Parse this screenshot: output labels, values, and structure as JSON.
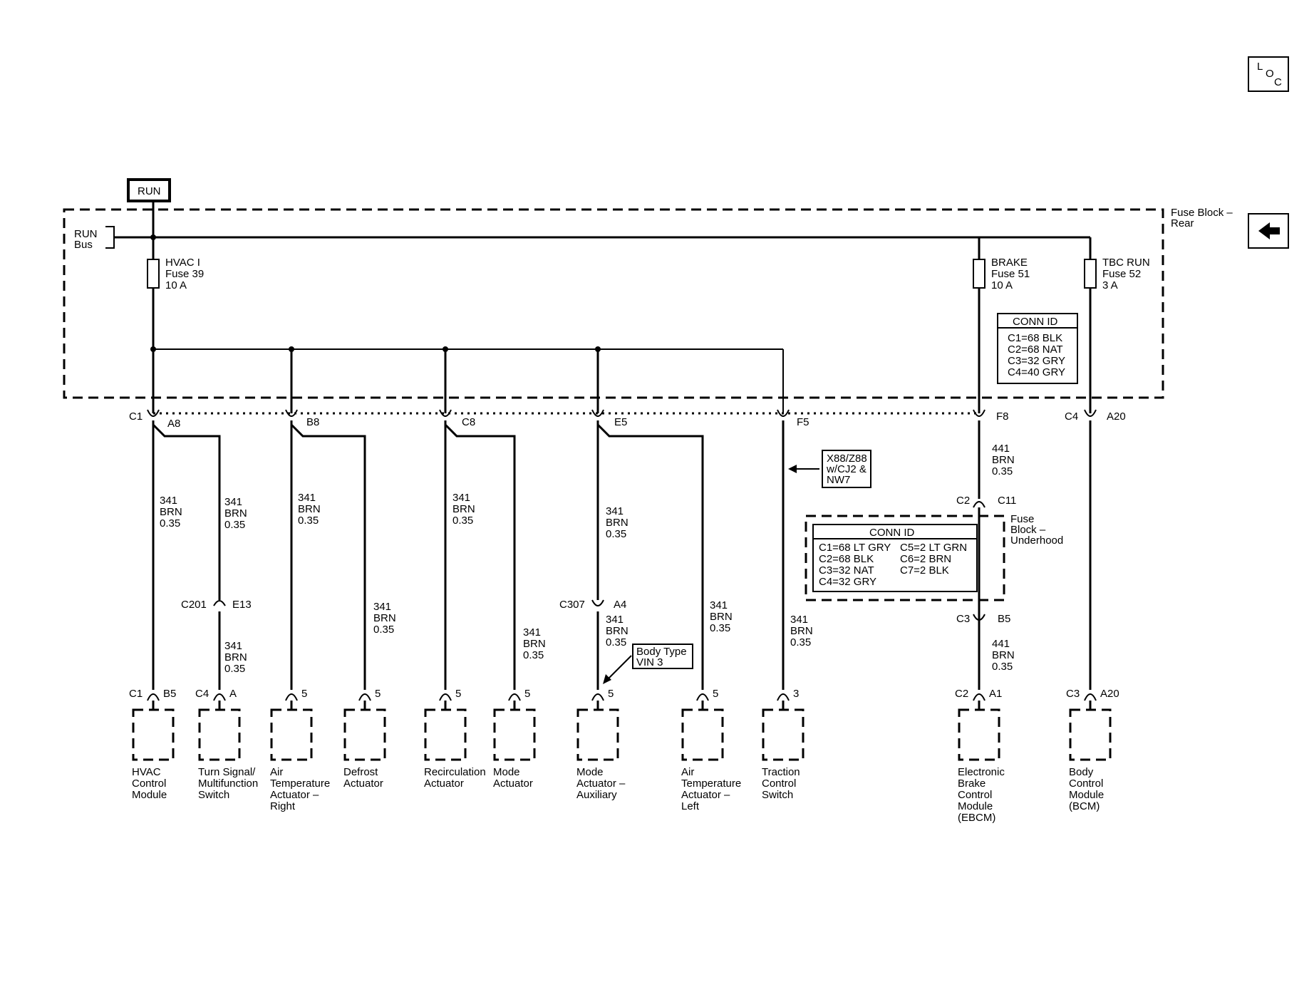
{
  "icons": {
    "loc": "loc-icon",
    "back": "back-arrow-icon"
  },
  "loc_letters": [
    "L",
    "O",
    "C"
  ],
  "run_label": "RUN",
  "run_bus": [
    "RUN",
    "Bus"
  ],
  "fuse_block_rear": [
    "Fuse Block –",
    "Rear"
  ],
  "fuse_block_underhood": [
    "Fuse",
    "Block –",
    "Underhood"
  ],
  "fuses": [
    {
      "name": "HVAC I",
      "number": "Fuse 39",
      "rating": "10 A"
    },
    {
      "name": "BRAKE",
      "number": "Fuse 51",
      "rating": "10 A"
    },
    {
      "name": "TBC RUN",
      "number": "Fuse 52",
      "rating": "3 A"
    }
  ],
  "conn_id_rear": {
    "title": "CONN ID",
    "rows": [
      "C1=68 BLK",
      "C2=68 NAT",
      "C3=32 GRY",
      "C4=40 GRY"
    ]
  },
  "conn_id_underhood": {
    "title": "CONN ID",
    "left": [
      "C1=68 LT GRY",
      "C2=68 BLK",
      "C3=32 NAT",
      "C4=32 GRY"
    ],
    "right": [
      "C5=2 LT GRN",
      "C6=2 BRN",
      "C7=2 BLK"
    ]
  },
  "pins_top": {
    "C1": "C1",
    "A8": "A8",
    "B8": "B8",
    "C8": "C8",
    "E5": "E5",
    "F5": "F5",
    "F8": "F8",
    "C4": "C4",
    "A20": "A20"
  },
  "option_note": [
    "X88/Z88",
    "w/CJ2 &",
    "NW7"
  ],
  "body_type_note": [
    "Body Type",
    "VIN 3"
  ],
  "wire_341": [
    "341",
    "BRN",
    "0.35"
  ],
  "wire_441": [
    "441",
    "BRN",
    "0.35"
  ],
  "inline_connectors": {
    "c201": {
      "name": "C201",
      "pin": "E13"
    },
    "c307": {
      "name": "C307",
      "pin": "A4"
    },
    "c2_c11": {
      "name": "C2",
      "pin": "C11"
    },
    "c3_b5": {
      "name": "C3",
      "pin": "B5"
    }
  },
  "components": [
    {
      "conn": "C1",
      "pin": "B5",
      "label": [
        "HVAC",
        "Control",
        "Module"
      ]
    },
    {
      "conn": "C4",
      "pin": "A",
      "label": [
        "Turn Signal/",
        "Multifunction",
        "Switch"
      ]
    },
    {
      "conn": "",
      "pin": "5",
      "label": [
        "Air",
        "Temperature",
        "Actuator –",
        "Right"
      ]
    },
    {
      "conn": "",
      "pin": "5",
      "label": [
        "Defrost",
        "Actuator"
      ]
    },
    {
      "conn": "",
      "pin": "5",
      "label": [
        "Recirculation",
        "Actuator"
      ]
    },
    {
      "conn": "",
      "pin": "5",
      "label": [
        "Mode",
        "Actuator"
      ]
    },
    {
      "conn": "",
      "pin": "5",
      "label": [
        "Mode",
        "Actuator –",
        "Auxiliary"
      ]
    },
    {
      "conn": "",
      "pin": "5",
      "label": [
        "Air",
        "Temperature",
        "Actuator –",
        "Left"
      ]
    },
    {
      "conn": "",
      "pin": "3",
      "label": [
        "Traction",
        "Control",
        "Switch"
      ]
    },
    {
      "conn": "C2",
      "pin": "A1",
      "label": [
        "Electronic",
        "Brake",
        "Control",
        "Module",
        "(EBCM)"
      ]
    },
    {
      "conn": "C3",
      "pin": "A20",
      "label": [
        "Body",
        "Control",
        "Module",
        "(BCM)"
      ]
    }
  ]
}
